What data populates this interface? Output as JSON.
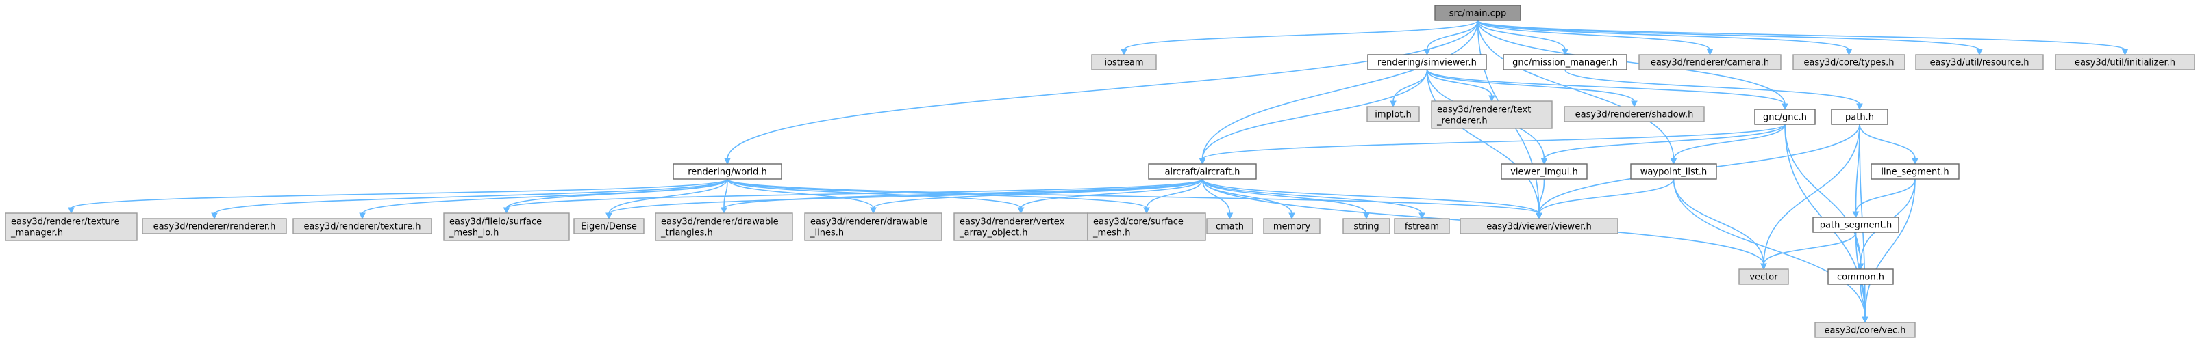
{
  "colors": {
    "edge": "#63b8ff",
    "root_fill": "#999999",
    "system_fill": "#e0e0e0",
    "local_fill": "#ffffff",
    "border": "#999999"
  },
  "nodes": [
    {
      "id": "main",
      "label": [
        "src/main.cpp"
      ],
      "kind": "root"
    },
    {
      "id": "iostream",
      "label": [
        "iostream"
      ],
      "kind": "sys"
    },
    {
      "id": "world",
      "label": [
        "rendering/world.h"
      ],
      "kind": "loc"
    },
    {
      "id": "aircraft",
      "label": [
        "aircraft/aircraft.h"
      ],
      "kind": "loc"
    },
    {
      "id": "simviewer",
      "label": [
        "rendering/simviewer.h"
      ],
      "kind": "loc"
    },
    {
      "id": "mission",
      "label": [
        "gnc/mission_manager.h"
      ],
      "kind": "loc"
    },
    {
      "id": "camera",
      "label": [
        "easy3d/renderer/camera.h"
      ],
      "kind": "sys"
    },
    {
      "id": "types",
      "label": [
        "easy3d/core/types.h"
      ],
      "kind": "sys"
    },
    {
      "id": "resource",
      "label": [
        "easy3d/util/resource.h"
      ],
      "kind": "sys"
    },
    {
      "id": "initializer",
      "label": [
        "easy3d/util/initializer.h"
      ],
      "kind": "sys"
    },
    {
      "id": "implot",
      "label": [
        "implot.h"
      ],
      "kind": "sys"
    },
    {
      "id": "textrenderer",
      "label": [
        "easy3d/renderer/text",
        "_renderer.h"
      ],
      "kind": "sys"
    },
    {
      "id": "shadow",
      "label": [
        "easy3d/renderer/shadow.h"
      ],
      "kind": "sys"
    },
    {
      "id": "gnc",
      "label": [
        "gnc/gnc.h"
      ],
      "kind": "loc"
    },
    {
      "id": "path",
      "label": [
        "path.h"
      ],
      "kind": "loc"
    },
    {
      "id": "viewer_imgui",
      "label": [
        "viewer_imgui.h"
      ],
      "kind": "loc"
    },
    {
      "id": "waypoint",
      "label": [
        "waypoint_list.h"
      ],
      "kind": "loc"
    },
    {
      "id": "line_segment",
      "label": [
        "line_segment.h"
      ],
      "kind": "loc"
    },
    {
      "id": "path_segment",
      "label": [
        "path_segment.h"
      ],
      "kind": "loc"
    },
    {
      "id": "texmgr",
      "label": [
        "easy3d/renderer/texture",
        "_manager.h"
      ],
      "kind": "sys"
    },
    {
      "id": "renderer",
      "label": [
        "easy3d/renderer/renderer.h"
      ],
      "kind": "sys"
    },
    {
      "id": "texture",
      "label": [
        "easy3d/renderer/texture.h"
      ],
      "kind": "sys"
    },
    {
      "id": "meshio",
      "label": [
        "easy3d/fileio/surface",
        "_mesh_io.h"
      ],
      "kind": "sys"
    },
    {
      "id": "eigen",
      "label": [
        "Eigen/Dense"
      ],
      "kind": "sys"
    },
    {
      "id": "drawtri",
      "label": [
        "easy3d/renderer/drawable",
        "_triangles.h"
      ],
      "kind": "sys"
    },
    {
      "id": "drawlines",
      "label": [
        "easy3d/renderer/drawable",
        "_lines.h"
      ],
      "kind": "sys"
    },
    {
      "id": "vao",
      "label": [
        "easy3d/renderer/vertex",
        "_array_object.h"
      ],
      "kind": "sys"
    },
    {
      "id": "surfmesh",
      "label": [
        "easy3d/core/surface",
        "_mesh.h"
      ],
      "kind": "sys"
    },
    {
      "id": "cmath",
      "label": [
        "cmath"
      ],
      "kind": "sys"
    },
    {
      "id": "memory",
      "label": [
        "memory"
      ],
      "kind": "sys"
    },
    {
      "id": "string",
      "label": [
        "string"
      ],
      "kind": "sys"
    },
    {
      "id": "fstream",
      "label": [
        "fstream"
      ],
      "kind": "sys"
    },
    {
      "id": "viewer",
      "label": [
        "easy3d/viewer/viewer.h"
      ],
      "kind": "sys"
    },
    {
      "id": "vector",
      "label": [
        "vector"
      ],
      "kind": "sys"
    },
    {
      "id": "common",
      "label": [
        "common.h"
      ],
      "kind": "loc"
    },
    {
      "id": "vec",
      "label": [
        "easy3d/core/vec.h"
      ],
      "kind": "sys"
    }
  ],
  "edges": [
    [
      "main",
      "iostream"
    ],
    [
      "main",
      "world"
    ],
    [
      "main",
      "aircraft"
    ],
    [
      "main",
      "simviewer"
    ],
    [
      "main",
      "mission"
    ],
    [
      "main",
      "camera"
    ],
    [
      "main",
      "types"
    ],
    [
      "main",
      "resource"
    ],
    [
      "main",
      "initializer"
    ],
    [
      "main",
      "gnc"
    ],
    [
      "main",
      "viewer"
    ],
    [
      "main",
      "waypoint"
    ],
    [
      "simviewer",
      "aircraft"
    ],
    [
      "simviewer",
      "implot"
    ],
    [
      "simviewer",
      "textrenderer"
    ],
    [
      "simviewer",
      "shadow"
    ],
    [
      "simviewer",
      "gnc"
    ],
    [
      "simviewer",
      "viewer"
    ],
    [
      "simviewer",
      "viewer_imgui"
    ],
    [
      "mission",
      "path"
    ],
    [
      "gnc",
      "aircraft"
    ],
    [
      "gnc",
      "viewer_imgui"
    ],
    [
      "gnc",
      "waypoint"
    ],
    [
      "gnc",
      "common"
    ],
    [
      "gnc",
      "vec"
    ],
    [
      "path",
      "line_segment"
    ],
    [
      "path",
      "path_segment"
    ],
    [
      "path",
      "vector"
    ],
    [
      "path",
      "viewer"
    ],
    [
      "path",
      "vec"
    ],
    [
      "line_segment",
      "path_segment"
    ],
    [
      "line_segment",
      "common"
    ],
    [
      "line_segment",
      "vec"
    ],
    [
      "path_segment",
      "vector"
    ],
    [
      "path_segment",
      "common"
    ],
    [
      "path_segment",
      "vec"
    ],
    [
      "common",
      "vec"
    ],
    [
      "waypoint",
      "viewer"
    ],
    [
      "waypoint",
      "vector"
    ],
    [
      "waypoint",
      "vec"
    ],
    [
      "viewer_imgui",
      "viewer"
    ],
    [
      "world",
      "texmgr"
    ],
    [
      "world",
      "renderer"
    ],
    [
      "world",
      "texture"
    ],
    [
      "world",
      "meshio"
    ],
    [
      "world",
      "eigen"
    ],
    [
      "world",
      "drawtri"
    ],
    [
      "world",
      "drawlines"
    ],
    [
      "world",
      "vao"
    ],
    [
      "world",
      "surfmesh"
    ],
    [
      "world",
      "viewer"
    ],
    [
      "aircraft",
      "meshio"
    ],
    [
      "aircraft",
      "eigen"
    ],
    [
      "aircraft",
      "drawtri"
    ],
    [
      "aircraft",
      "drawlines"
    ],
    [
      "aircraft",
      "vao"
    ],
    [
      "aircraft",
      "surfmesh"
    ],
    [
      "aircraft",
      "cmath"
    ],
    [
      "aircraft",
      "memory"
    ],
    [
      "aircraft",
      "string"
    ],
    [
      "aircraft",
      "fstream"
    ],
    [
      "aircraft",
      "viewer"
    ],
    [
      "aircraft",
      "vector"
    ]
  ]
}
